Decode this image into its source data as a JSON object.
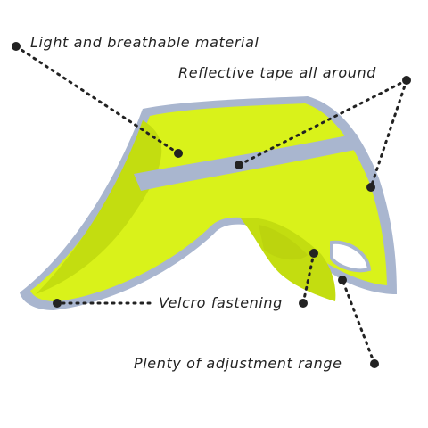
{
  "labels": {
    "material": "Light and breathable material",
    "reflective": "Reflective tape all around",
    "velcro": "Velcro fastening",
    "adjustment": "Plenty of adjustment range"
  },
  "colors": {
    "vest": "#d9f21a",
    "vest_shade": "#c3dd10",
    "tape": "#a9b6cf",
    "dot": "#222222"
  }
}
